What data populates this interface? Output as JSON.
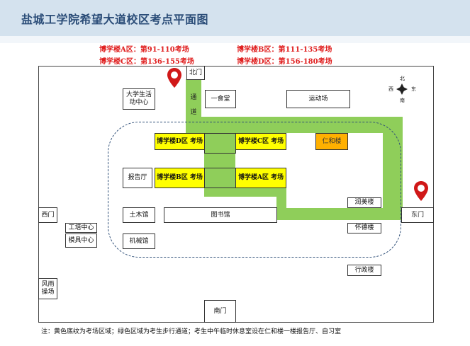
{
  "header": {
    "title": "盐城工学院希望大道校区考点平面图"
  },
  "legend_info": {
    "a": "博学楼A区：第91-110考场",
    "b": "博学楼B区：第111-135考场",
    "c": "博学楼C区：第136-155考场",
    "d": "博学楼D区：第156-180考场"
  },
  "compass": {
    "north": "北",
    "south": "南",
    "east": "东",
    "west": "西"
  },
  "buildings": {
    "north_gate": "北门",
    "activity_center": "大学生活动中心",
    "canteen": "一食堂",
    "sports_field": "运动场",
    "bxl_d": "博学楼D区 考场",
    "bxl_c": "博学楼C区 考场",
    "bxl_b": "博学楼B区 考场",
    "bxl_a": "博学楼A区 考场",
    "renhe": "仁和楼",
    "report_hall": "报告厅",
    "runmei": "润美楼",
    "west_gate": "西门",
    "civil_hall": "土木馆",
    "library": "图书馆",
    "east_gate": "东门",
    "training_center": "工培中心",
    "mold_center": "模具中心",
    "mechanical_hall": "机械馆",
    "huaide": "怀德楼",
    "admin": "行政楼",
    "rain_field": "风雨操场",
    "south_gate": "南门"
  },
  "path_label": [
    "通",
    "道"
  ],
  "note": "注：黄色底纹为考场区域；绿色区域为考生步行通道；考生中午临时休息室设在仁和楼一楼报告厅、自习室",
  "colors": {
    "exam_area": "#ffff00",
    "walkway": "#8fce5a",
    "renhe": "#ffb000",
    "pin": "#d01818",
    "route": "#2f4f78"
  }
}
